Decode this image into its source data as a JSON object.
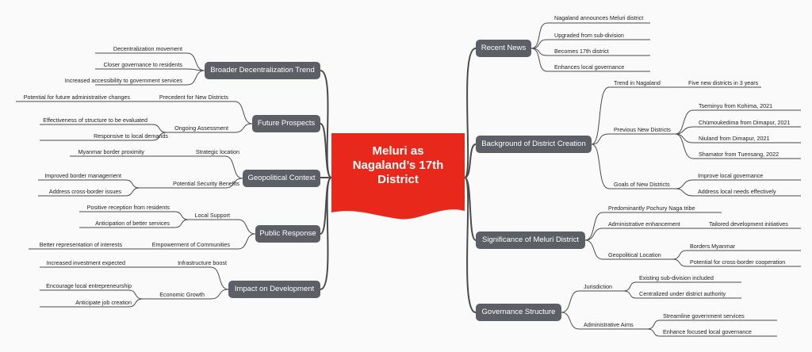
{
  "center": {
    "line1": "Meluri as",
    "line2": "Nagaland’s 17th",
    "line3": "District",
    "color": "#e8281b"
  },
  "colors": {
    "branch": "#5d5f66",
    "line": "#4a4a4a"
  },
  "right": {
    "recent_news": {
      "label": "Recent News",
      "items": [
        "Nagaland announces Meluri district",
        "Upgraded from sub-division",
        "Becomes 17th district",
        "Enhances local governance"
      ]
    },
    "background": {
      "label": "Background of District Creation",
      "trend": {
        "label": "Trend in Nagaland",
        "child": "Five new districts in 3 years"
      },
      "previous": {
        "label": "Previous New Districts",
        "items": [
          "Tseminyu from Kohima, 2021",
          "Chümoukedima from Dimapur, 2021",
          "Niuland from Dimapur, 2021",
          "Shamator from Tuensang, 2022"
        ]
      },
      "goals": {
        "label": "Goals of New Districts",
        "items": [
          "Improve local governance",
          "Address local needs effectively"
        ]
      }
    },
    "significance": {
      "label": "Significance of Meluri District",
      "tribe": "Predominantly Pochury Naga tribe",
      "admin": {
        "label": "Administrative enhancement",
        "child": "Tailored development initiatives"
      },
      "geo": {
        "label": "Geopolitical Location",
        "items": [
          "Borders Myanmar",
          "Potential for cross-border cooperation"
        ]
      }
    },
    "governance": {
      "label": "Governance Structure",
      "jurisdiction": {
        "label": "Jurisdiction",
        "items": [
          "Existing sub-division included",
          "Centralized under district authority"
        ]
      },
      "aims": {
        "label": "Administrative Aims",
        "items": [
          "Streamline government services",
          "Enhance focused local governance"
        ]
      }
    }
  },
  "left": {
    "decentralization": {
      "label": "Broader Decentralization Trend",
      "items": [
        "Decentralization movement",
        "Closer governance to residents",
        "Increased accessibility to government services"
      ]
    },
    "future": {
      "label": "Future Prospects",
      "precedent": {
        "label": "Precedent for New Districts",
        "child": "Potential for future administrative changes"
      },
      "assessment": {
        "label": "Ongoing Assessment",
        "items": [
          "Effectiveness of structure to be evaluated",
          "Responsive to local demands"
        ]
      }
    },
    "geopolitical": {
      "label": "Geopolitical Context",
      "strategic": {
        "label": "Strategic location",
        "child": "Myanmar border proximity"
      },
      "security": {
        "label": "Potential Security Benefits",
        "items": [
          "Improved border management",
          "Address cross-border issues"
        ]
      }
    },
    "public": {
      "label": "Public Response",
      "local": {
        "label": "Local Support",
        "items": [
          "Positive reception from residents",
          "Anticipation of better services"
        ]
      },
      "empower": {
        "label": "Empowerment of Communities",
        "child": "Better representation of interests"
      }
    },
    "development": {
      "label": "Impact on Development",
      "infra": {
        "label": "Infrastructure boost",
        "child": "Increased investment expected"
      },
      "economic": {
        "label": "Economic Growth",
        "items": [
          "Encourage local entrepreneurship",
          "Anticipate job creation"
        ]
      }
    }
  }
}
